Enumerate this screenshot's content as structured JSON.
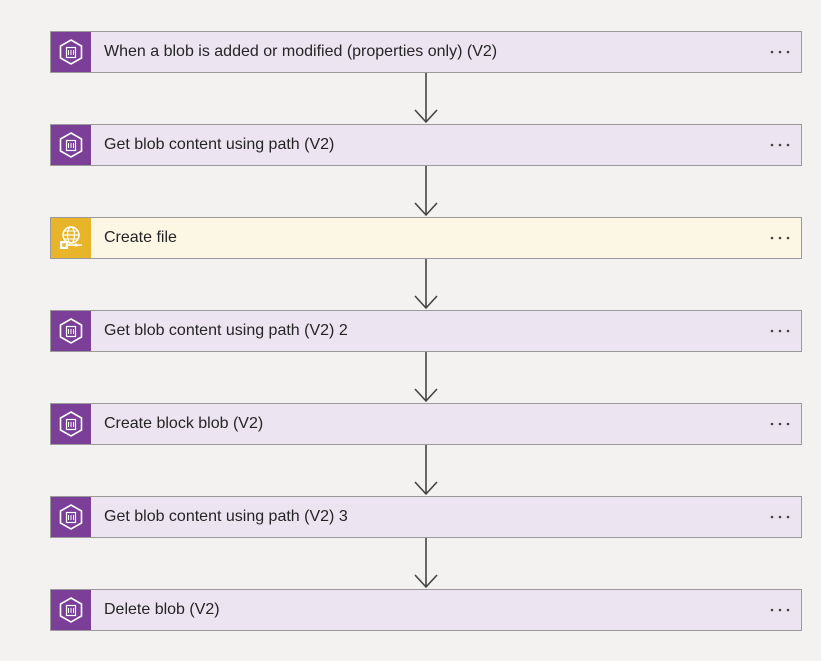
{
  "steps": [
    {
      "label": "When a blob is added or modified (properties only) (V2)",
      "icon": "storage-blob-icon",
      "kind": "blob"
    },
    {
      "label": "Get blob content using path (V2)",
      "icon": "storage-blob-icon",
      "kind": "blob"
    },
    {
      "label": "Create file",
      "icon": "ftp-globe-icon",
      "kind": "ftp"
    },
    {
      "label": "Get blob content using path (V2) 2",
      "icon": "storage-blob-icon",
      "kind": "blob"
    },
    {
      "label": "Create block blob (V2)",
      "icon": "storage-blob-icon",
      "kind": "blob"
    },
    {
      "label": "Get blob content using path (V2) 3",
      "icon": "storage-blob-icon",
      "kind": "blob"
    },
    {
      "label": "Delete blob (V2)",
      "icon": "storage-blob-icon",
      "kind": "blob"
    }
  ],
  "more_glyph": "···",
  "colors": {
    "blob_accent": "#7b3f98",
    "blob_card": "#ece4f0",
    "ftp_accent": "#e8b52a",
    "ftp_card": "#fcf6e4",
    "arrow": "#444444",
    "canvas": "#f3f2f1"
  }
}
